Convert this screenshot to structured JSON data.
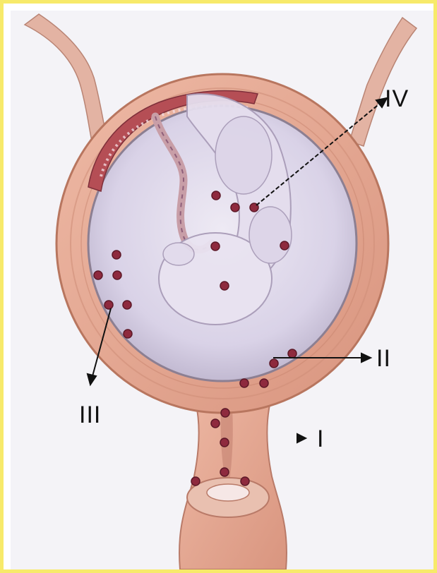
{
  "labels": {
    "I": "I",
    "II": "II",
    "III": "III",
    "IV": "IV"
  },
  "colors": {
    "frame": "#f7ea6a",
    "uterine_wall": "#e7aa92",
    "wall_dark": "#c97f69",
    "amniotic": "#d8d1e8",
    "fetus": "#dfd7ea",
    "placenta": "#b54e55",
    "marker": "#8e2a3e",
    "arrow": "#111111"
  }
}
